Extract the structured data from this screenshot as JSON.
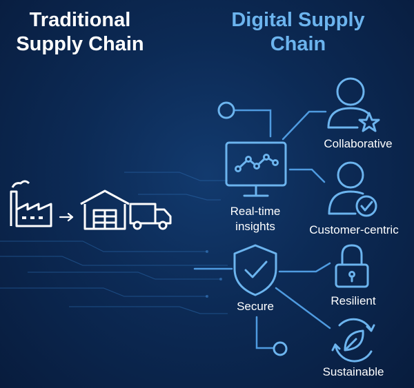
{
  "traditional": {
    "title_line1": "Traditional",
    "title_line2": "Supply Chain"
  },
  "digital": {
    "title_line1": "Digital Supply",
    "title_line2": "Chain"
  },
  "features": {
    "collaborative": "Collaborative",
    "realtime_line1": "Real-time",
    "realtime_line2": "insights",
    "customer_centric": "Customer-centric",
    "secure": "Secure",
    "resilient": "Resilient",
    "sustainable": "Sustainable"
  },
  "colors": {
    "background": "#0c2a55",
    "accent": "#6cb4ee",
    "text": "#ffffff"
  },
  "icons": [
    "factory-icon",
    "arrow-right-icon",
    "warehouse-icon",
    "truck-icon",
    "monitor-chart-icon",
    "user-star-icon",
    "user-check-icon",
    "shield-check-icon",
    "padlock-icon",
    "leaf-cycle-icon"
  ]
}
